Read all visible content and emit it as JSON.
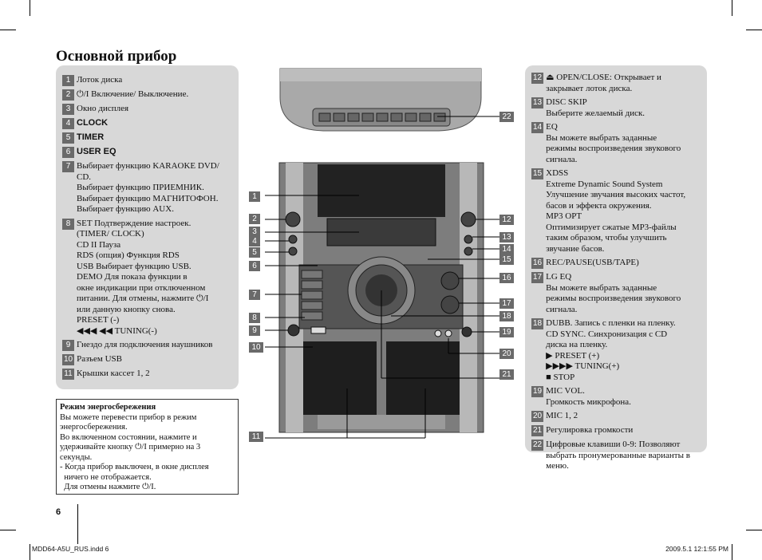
{
  "heading": "Основной прибор",
  "left_items": [
    {
      "num": "1",
      "lines": [
        "Лоток диска"
      ]
    },
    {
      "num": "2",
      "lines": [
        "⏻/I Включение/ Выключение."
      ]
    },
    {
      "num": "3",
      "lines": [
        "Окно дисплея"
      ]
    },
    {
      "num": "4",
      "lines": [
        "CLOCK"
      ],
      "sans": true
    },
    {
      "num": "5",
      "lines": [
        "TIMER"
      ],
      "sans": true
    },
    {
      "num": "6",
      "lines": [
        "USER EQ"
      ],
      "sans": true
    },
    {
      "num": "7",
      "lines": [
        "Выбирает функцию KARAOKE DVD/ CD.",
        "Выбирает функцию ПРИЕМНИК.",
        "Выбирает функцию МАГНИТОФОН.",
        "Выбирает функцию AUX."
      ]
    },
    {
      "num": "8",
      "lines": [
        "SET Подтверждение настроек.",
        "(TIMER/ CLOCK)",
        "CD II Пауза",
        "RDS (опция) Функция RDS",
        "USB Выбирает функцию USB.",
        "DEMO Для показа функции в",
        "окне индикации при отключенном",
        "питании. Для отмены, нажмите ⏻/I",
        "или данную кнопку снова.",
        "PRESET (-)",
        "◀◀◀ ◀◀ TUNING(-)"
      ]
    },
    {
      "num": "9",
      "lines": [
        "Гнездо для подключения наушников"
      ]
    },
    {
      "num": "10",
      "lines": [
        "Разъем USB"
      ]
    },
    {
      "num": "11",
      "lines": [
        "Крышки кассет 1, 2"
      ]
    }
  ],
  "right_items": [
    {
      "num": "12",
      "lines": [
        "⏏ OPEN/CLOSE: Открывает и",
        "закрывает лоток диска."
      ]
    },
    {
      "num": "13",
      "lines": [
        "DISC SKIP",
        "Выберите желаемый диск."
      ]
    },
    {
      "num": "14",
      "lines": [
        "EQ",
        "Вы можете выбрать заданные",
        "режимы воспроизведения звукового",
        "сигнала."
      ]
    },
    {
      "num": "15",
      "lines": [
        "XDSS",
        "Extreme Dynamic Sound System",
        "Улучшение звучания высоких частот,",
        "басов и эффекта окружения.",
        "MP3 OPT",
        "Оптимизирует сжатые MP3-файлы",
        "таким образом, чтобы улучшить",
        "звучание басов."
      ]
    },
    {
      "num": "16",
      "lines": [
        "REC/PAUSE(USB/TAPE)"
      ]
    },
    {
      "num": "17",
      "lines": [
        "LG EQ",
        "Вы можете выбрать заданные",
        "режимы воспроизведения звукового",
        "сигнала."
      ]
    },
    {
      "num": "18",
      "lines": [
        "DUBB. Запись с пленки на пленку.",
        "CD SYNC. Синхронизация с CD",
        "диска на пленку.",
        "▶ PRESET (+)",
        "▶▶▶▶ TUNING(+)",
        "■ STOP"
      ]
    },
    {
      "num": "19",
      "lines": [
        "MIC VOL.",
        "Громкость микрофона."
      ]
    },
    {
      "num": "20",
      "lines": [
        "MIC 1, 2"
      ]
    },
    {
      "num": "21",
      "lines": [
        "Регулировка громкости"
      ]
    },
    {
      "num": "22",
      "lines": [
        "Цифровые клавиши 0-9: Позволяют",
        "выбрать пронумерованные варианты в",
        "меню."
      ]
    }
  ],
  "energy_box": {
    "heading": "Режим энергосбережения",
    "lines": [
      "Вы можете перевести прибор в режим",
      "энергосбережения.",
      "Во включенном состоянии, нажмите и",
      "удерживайте кнопку ⏻/I примерно на 3",
      "секунды.",
      "- Когда прибор выключен, в окне дисплея",
      "  ничего не отображается.",
      "  Для отмены нажмите ⏻/I."
    ]
  },
  "page_number": "6",
  "footer_left": "MDD64-A5U_RUS.indd   6",
  "footer_right": "2009.5.1   12:1:55 PM",
  "callouts_left": [
    "1",
    "2",
    "3",
    "4",
    "5",
    "6",
    "7",
    "8",
    "9",
    "10",
    "11"
  ],
  "callouts_right": [
    "22",
    "12",
    "13",
    "14",
    "15",
    "16",
    "17",
    "18",
    "19",
    "20",
    "21"
  ],
  "colors": {
    "panel": "#d8d8d8",
    "badge": "#6a6a6a"
  }
}
